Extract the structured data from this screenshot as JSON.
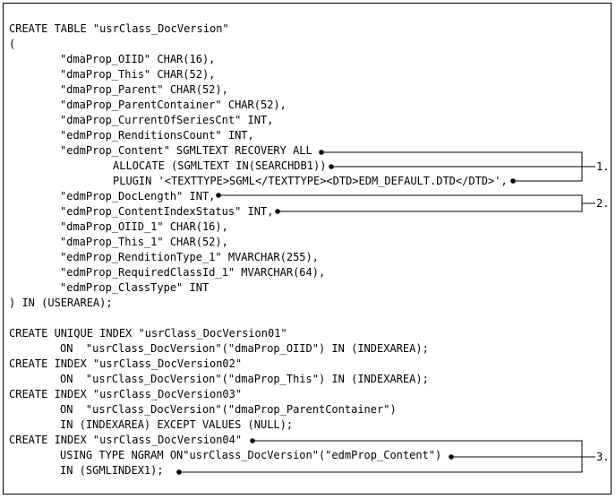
{
  "code_lines": [
    {
      "text": "CREATE TABLE \"usrClass_DocVersion\"",
      "indent": 0
    },
    {
      "text": "(",
      "indent": 0
    },
    {
      "text": "\"dmaProp_OIID\" CHAR(16),",
      "indent": 1
    },
    {
      "text": "\"dmaProp_This\" CHAR(52),",
      "indent": 1
    },
    {
      "text": "\"dmaProp_Parent\" CHAR(52),",
      "indent": 1
    },
    {
      "text": "\"dmaProp_ParentContainer\" CHAR(52),",
      "indent": 1
    },
    {
      "text": "\"dmaProp_CurrentOfSeriesCnt\" INT,",
      "indent": 1
    },
    {
      "text": "\"edmProp_RenditionsCount\" INT,",
      "indent": 1
    },
    {
      "text": "\"edmProp_Content\" SGMLTEXT RECOVERY ALL",
      "indent": 1
    },
    {
      "text": "ALLOCATE (SGMLTEXT IN(SEARCHDB1))",
      "indent": 2
    },
    {
      "text": "PLUGIN '<TEXTTYPE>SGML</TEXTTYPE><DTD>EDM_DEFAULT.DTD</DTD>',",
      "indent": 2
    },
    {
      "text": "\"edmProp_DocLength\" INT,",
      "indent": 1
    },
    {
      "text": "\"edmProp_ContentIndexStatus\" INT,",
      "indent": 1
    },
    {
      "text": "\"dmaProp_OIID_1\" CHAR(16),",
      "indent": 1
    },
    {
      "text": "\"dmaProp_This_1\" CHAR(52),",
      "indent": 1
    },
    {
      "text": "\"edmProp_RenditionType_1\" MVARCHAR(255),",
      "indent": 1
    },
    {
      "text": "\"edmProp_RequiredClassId_1\" MVARCHAR(64),",
      "indent": 1
    },
    {
      "text": "\"edmProp_ClassType\" INT",
      "indent": 1
    },
    {
      "text": ") IN (USERAREA);",
      "indent": 0
    },
    {
      "text": "",
      "indent": 0
    },
    {
      "text": "CREATE UNIQUE INDEX \"usrClass_DocVersion01\"",
      "indent": 0
    },
    {
      "text": "ON  \"usrClass_DocVersion\"(\"dmaProp_OIID\") IN (INDEXAREA);",
      "indent": 1
    },
    {
      "text": "CREATE INDEX \"usrClass_DocVersion02\"",
      "indent": 0
    },
    {
      "text": "ON  \"usrClass_DocVersion\"(\"dmaProp_This\") IN (INDEXAREA);",
      "indent": 1
    },
    {
      "text": "CREATE INDEX \"usrClass_DocVersion03\"",
      "indent": 0
    },
    {
      "text": "ON  \"usrClass_DocVersion\"(\"dmaProp_ParentContainer\")",
      "indent": 1
    },
    {
      "text": "IN (INDEXAREA) EXCEPT VALUES (NULL);",
      "indent": 1
    },
    {
      "text": "CREATE INDEX \"usrClass_DocVersion04\"",
      "indent": 0
    },
    {
      "text": "USING TYPE NGRAM ON\"usrClass_DocVersion\"(\"edmProp_Content\")",
      "indent": 1
    },
    {
      "text": "IN (SGMLINDEX1);",
      "indent": 1
    }
  ],
  "callouts": {
    "c1": "1.",
    "c2": "2.",
    "c3": "3."
  }
}
